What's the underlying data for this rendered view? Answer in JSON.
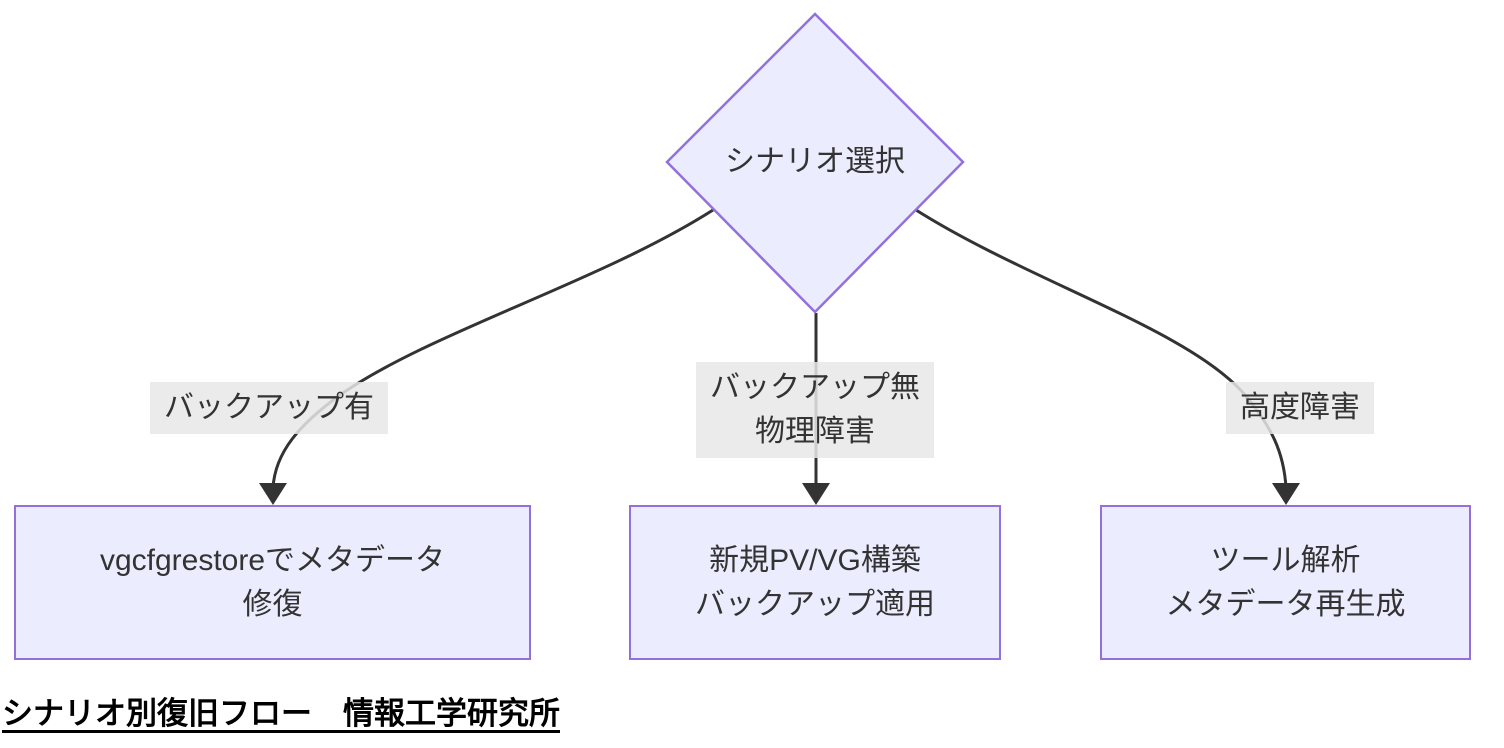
{
  "colors": {
    "node_fill": "#ECECFF",
    "node_border": "#9370DB",
    "edge_color": "#333333",
    "text_color": "#333333",
    "label_bg": "#E8E8E8",
    "caption_color": "#000000",
    "background": "#FFFFFF"
  },
  "decision": {
    "label": "シナリオ選択"
  },
  "edges": [
    {
      "name": "backup-available",
      "label_lines": [
        "バックアップ有"
      ]
    },
    {
      "name": "no-backup-physical-failure",
      "label_lines": [
        "バックアップ無",
        "物理障害"
      ]
    },
    {
      "name": "advanced-failure",
      "label_lines": [
        "高度障害"
      ]
    }
  ],
  "nodes": [
    {
      "name": "vgcfgrestore-repair",
      "lines": [
        "vgcfgrestoreでメタデータ",
        "修復"
      ]
    },
    {
      "name": "new-pv-vg-build",
      "lines": [
        "新規PV/VG構築",
        "バックアップ適用"
      ]
    },
    {
      "name": "tool-analysis",
      "lines": [
        "ツール解析",
        "メタデータ再生成"
      ]
    }
  ],
  "caption": "シナリオ別復旧フロー　情報工学研究所"
}
